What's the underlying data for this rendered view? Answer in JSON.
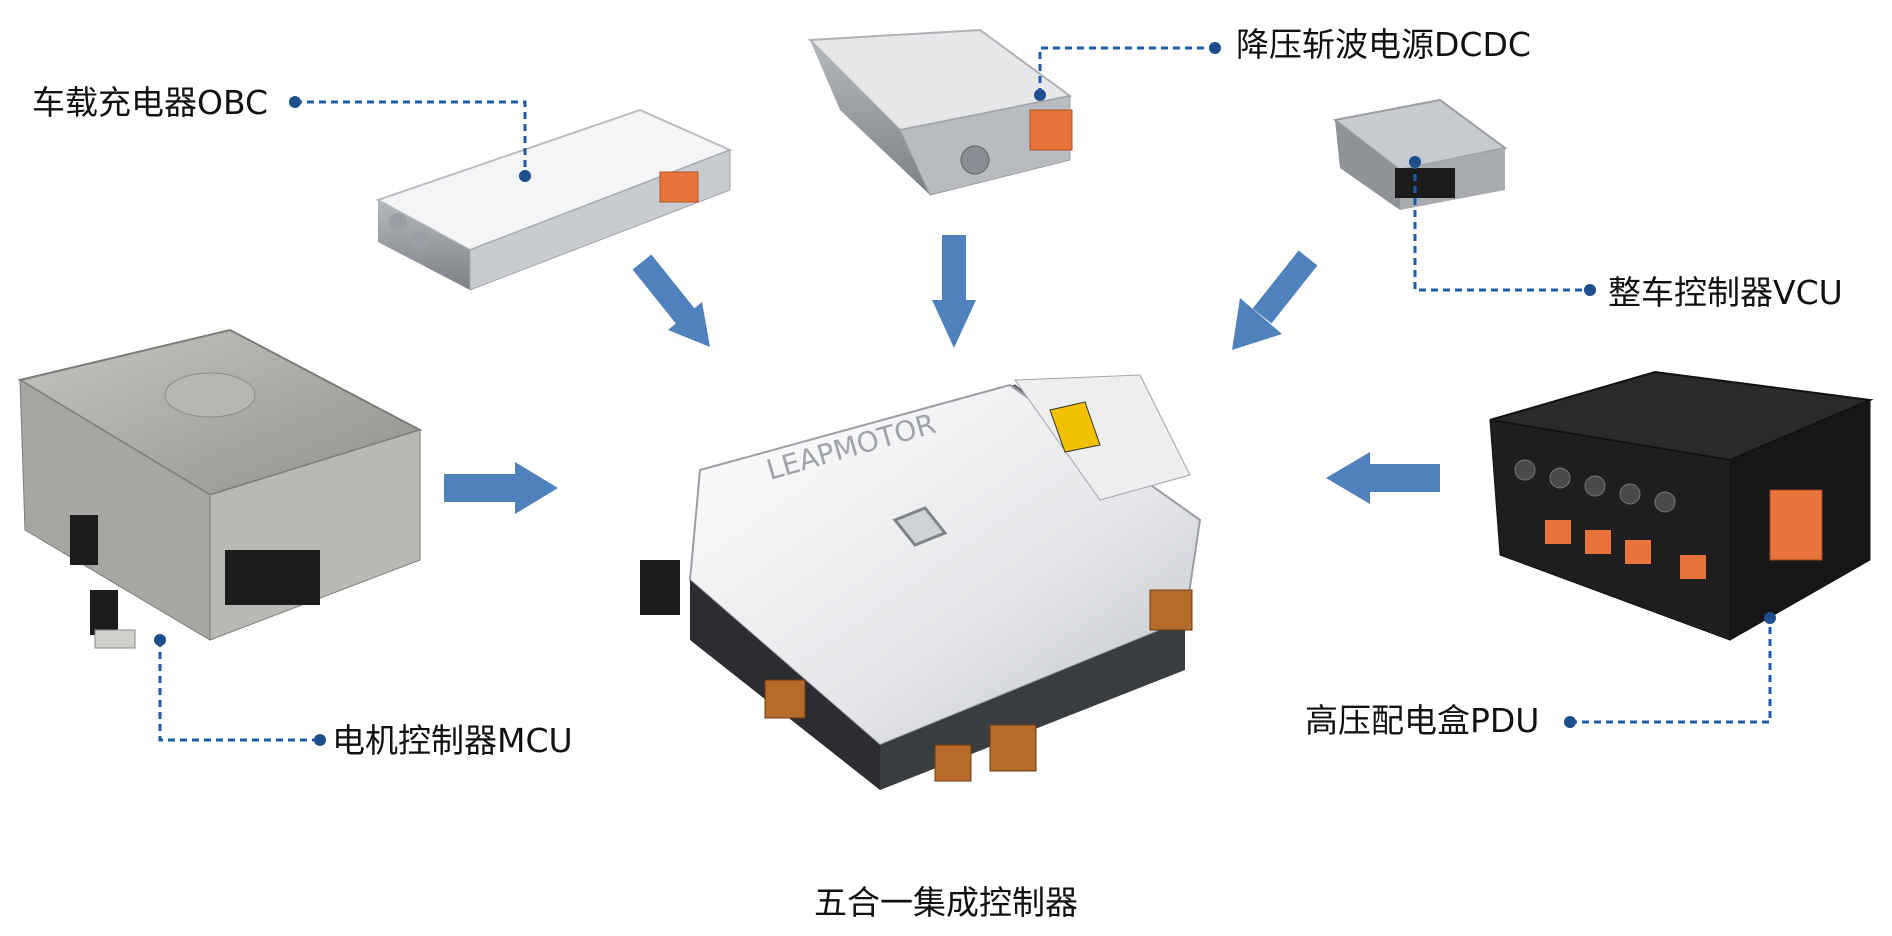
{
  "diagram": {
    "colors": {
      "arrow": "#4f81bd",
      "leader_line": "#1f5aa6",
      "dot": "#1f4e8c",
      "connector_orange": "#e8743b",
      "aluminum": "#c9cdd2",
      "pdu_black": "#1e1e1e"
    },
    "center": {
      "label": "五合一集成控制器",
      "icon": "integrated-controller-image"
    },
    "components": [
      {
        "id": "obc",
        "label": "车载充电器OBC",
        "icon": "obc-module-image"
      },
      {
        "id": "dcdc",
        "label": "降压斩波电源DCDC",
        "icon": "dcdc-module-image"
      },
      {
        "id": "vcu",
        "label": "整车控制器VCU",
        "icon": "vcu-module-image"
      },
      {
        "id": "mcu",
        "label": "电机控制器MCU",
        "icon": "mcu-module-image"
      },
      {
        "id": "pdu",
        "label": "高压配电盒PDU",
        "icon": "pdu-module-image"
      }
    ],
    "watermark_text": "LEAPMOTOR"
  }
}
